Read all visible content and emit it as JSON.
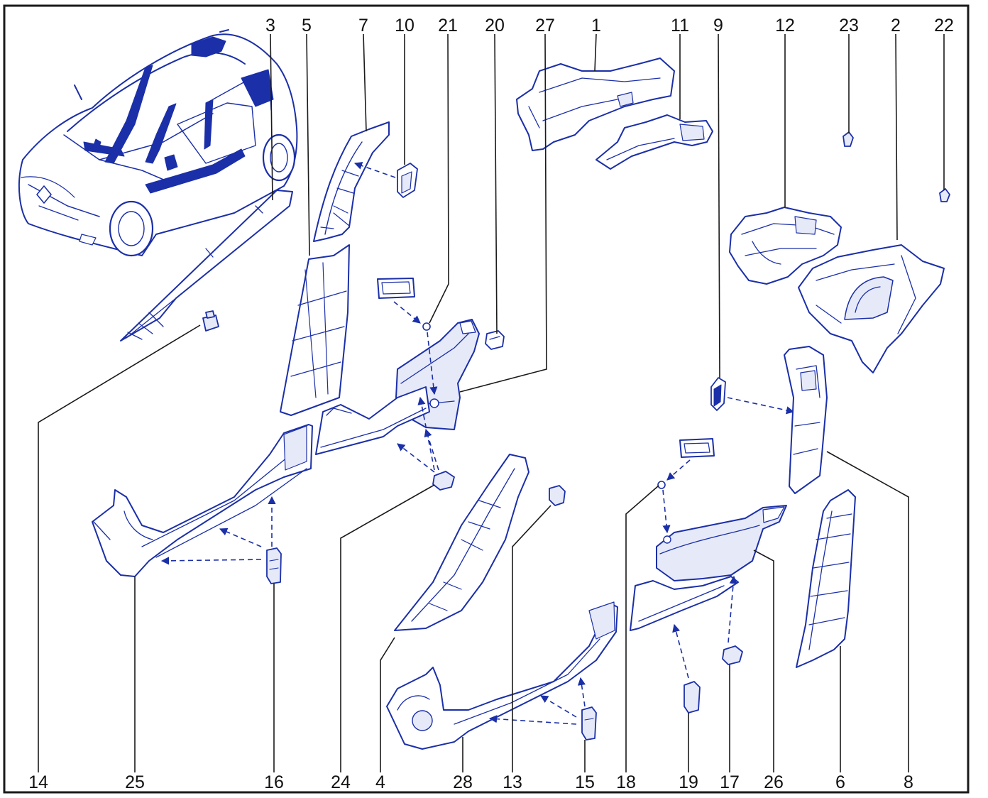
{
  "diagram": {
    "type": "exploded-parts-view",
    "colors": {
      "part_stroke": "#1b2fa8",
      "part_fill": "#ffffff",
      "part_shade": "#e6e9f8",
      "dark_fill": "#1b2fa8",
      "text": "#111111",
      "frame": "#1a1a1a"
    },
    "top_callouts": [
      "3",
      "5",
      "7",
      "10",
      "21",
      "20",
      "27",
      "1",
      "11",
      "9",
      "12",
      "23",
      "2",
      "22"
    ],
    "bottom_callouts": [
      "14",
      "25",
      "16",
      "24",
      "4",
      "28",
      "13",
      "15",
      "18",
      "19",
      "17",
      "26",
      "6",
      "8"
    ]
  }
}
